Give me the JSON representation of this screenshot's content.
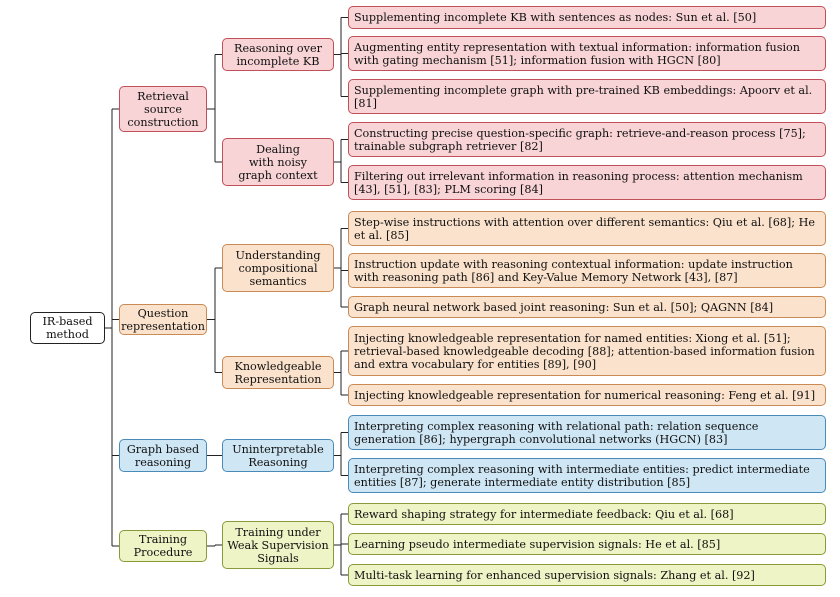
{
  "root": "IR-based method",
  "categories": [
    {
      "label": "Retrieval\nsource\nconstruction",
      "color": "#f8d4d6",
      "subs": [
        {
          "label": "Reasoning over\nincomplete KB",
          "leaves": [
            "Supplementing incomplete KB with sentences as nodes: Sun et al. [50]",
            "Augmenting entity representation with textual information: information fusion with gating mechanism [51]; information fusion with HGCN [80]",
            "Supplementing incomplete graph with pre-trained KB embeddings: Apoorv et al. [81]"
          ]
        },
        {
          "label": "Dealing\nwith noisy\ngraph context",
          "leaves": [
            "Constructing precise question-specific graph: retrieve-and-reason process [75]; trainable subgraph retriever [82]",
            "Filtering out irrelevant information in reasoning process: attention mechanism [43], [51], [83]; PLM scoring [84]"
          ]
        }
      ]
    },
    {
      "label": "Question\nrepresentation",
      "color": "#fbe2cc",
      "subs": [
        {
          "label": "Understanding\ncompositional\nsemantics",
          "leaves": [
            "Step-wise instructions with attention over different semantics: Qiu et al. [68]; He et al. [85]",
            "Instruction update with reasoning contextual information: update instruction with reasoning path [86] and Key-Value Memory Network [43], [87]",
            "Graph neural network based joint reasoning: Sun et al. [50]; QAGNN [84]"
          ]
        },
        {
          "label": "Knowledgeable\nRepresentation",
          "leaves": [
            "Injecting knowledgeable representation for named entities: Xiong et al. [51]; retrieval-based knowledgeable decoding [88]; attention-based information fusion and extra vocabulary for entities [89], [90]",
            "Injecting knowledgeable representation for numerical reasoning: Feng et al. [91]"
          ]
        }
      ]
    },
    {
      "label": "Graph based\nreasoning",
      "color": "#cfe6f5",
      "subs": [
        {
          "label": "Uninterpretable\nReasoning",
          "leaves": [
            "Interpreting complex reasoning with relational path: relation sequence generation [86]; hypergraph convolutional networks (HGCN) [83]",
            "Interpreting complex reasoning with intermediate entities: predict intermediate entities [87]; generate intermediate entity distribution [85]"
          ]
        }
      ]
    },
    {
      "label": "Training\nProcedure",
      "color": "#eef4c6",
      "subs": [
        {
          "label": "Training under\nWeak Supervision\nSignals",
          "leaves": [
            "Reward shaping strategy for intermediate feedback: Qiu et al. [68]",
            "Learning pseudo intermediate supervision signals: He et al. [85]",
            "Multi-task learning for enhanced supervision signals: Zhang et al. [92]"
          ]
        }
      ]
    }
  ]
}
